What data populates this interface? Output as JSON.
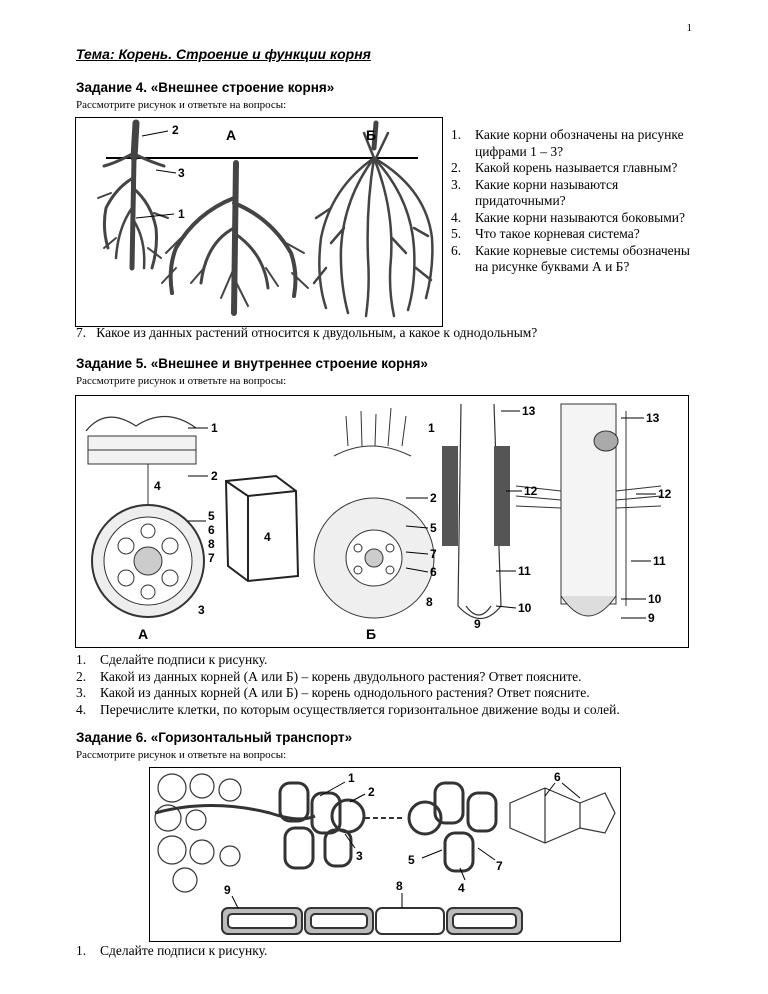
{
  "page_number": "1",
  "topic": "Тема: Корень. Строение и функции корня",
  "task4": {
    "title": "Задание 4. «Внешнее строение корня»",
    "hint": "Рассмотрите рисунок и ответьте на вопросы:",
    "figure": {
      "letters": [
        "А",
        "Б"
      ],
      "numbers": [
        "1",
        "2",
        "3"
      ]
    },
    "questions": [
      {
        "n": "1.",
        "text": "Какие корни обозначены на рисунке цифрами 1 – 3?"
      },
      {
        "n": "2.",
        "text": "Какой корень называется главным?"
      },
      {
        "n": "3.",
        "text": "Какие корни называются придаточными?"
      },
      {
        "n": "4.",
        "text": "Какие корни называются боковыми?"
      },
      {
        "n": "5.",
        "text": "Что такое корневая система?"
      },
      {
        "n": "6.",
        "text": "Какие корневые системы обозначены на рисунке буквами А и Б?"
      }
    ],
    "question7": {
      "n": "7.",
      "text": "Какое из данных растений относится к двудольным, а какое к однодольным?"
    }
  },
  "task5": {
    "title": "Задание 5. «Внешнее и внутреннее строение корня»",
    "hint": "Рассмотрите рисунок и ответьте на вопросы:",
    "figure": {
      "letters": [
        "А",
        "Б"
      ],
      "labels_a": [
        "1",
        "2",
        "4",
        "5",
        "6",
        "8",
        "7",
        "3"
      ],
      "label_block": "4",
      "labels_b": [
        "1",
        "2",
        "5",
        "7",
        "6",
        "8"
      ],
      "labels_tip": [
        "13",
        "12",
        "11",
        "10",
        "9"
      ],
      "labels_long": [
        "13",
        "12",
        "11",
        "10",
        "9"
      ]
    },
    "questions": [
      {
        "n": "1.",
        "text": "Сделайте подписи к рисунку."
      },
      {
        "n": "2.",
        "text": "Какой из данных корней (А или Б) – корень двудольного растения? Ответ поясните."
      },
      {
        "n": "3.",
        "text": "Какой из данных корней (А или Б) – корень однодольного растения? Ответ поясните."
      },
      {
        "n": "4.",
        "text": "Перечислите клетки, по которым осуществляется горизонтальное движение воды и солей."
      }
    ]
  },
  "task6": {
    "title": "Задание 6. «Горизонтальный транспорт»",
    "hint": "Рассмотрите рисунок и ответьте на вопросы:",
    "figure": {
      "labels": [
        "1",
        "2",
        "3",
        "6",
        "5",
        "7",
        "4",
        "9",
        "8"
      ]
    },
    "questions": [
      {
        "n": "1.",
        "text": "Сделайте подписи к рисунку."
      }
    ]
  }
}
